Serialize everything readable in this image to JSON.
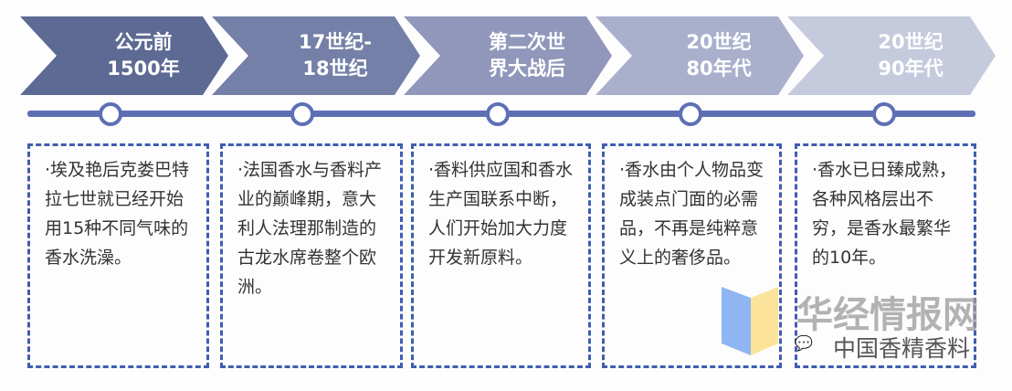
{
  "stages": [
    {
      "title_line1": "公元前",
      "title_line2": "1500年",
      "color": "#5d6a93",
      "text": "·埃及艳后克娄巴特拉七世就已经开始用15种不同气味的香水洗澡。"
    },
    {
      "title_line1": "17世纪-",
      "title_line2": "18世纪",
      "color": "#7480a7",
      "text": "·法国香水与香料产业的巅峰期，意大利人法理那制造的古龙水席卷整个欧洲。"
    },
    {
      "title_line1": "第二次世",
      "title_line2": "界大战后",
      "color": "#9097ba",
      "text": "·香料供应国和香水生产国联系中断，人们开始加大力度开发新原料。"
    },
    {
      "title_line1": "20世纪",
      "title_line2": "80年代",
      "color": "#aab0cc",
      "text": "·香水由个人物品变成装点门面的必需品，不再是纯粹意义上的奢侈品。"
    },
    {
      "title_line1": "20世纪",
      "title_line2": "90年代",
      "color": "#c6cadd",
      "text": "·香水已日臻成熟，各种风格层出不穷，是香水最繁华的10年。"
    }
  ],
  "watermark": {
    "brand": "华经情报网",
    "wechat": "中国香精香料"
  }
}
